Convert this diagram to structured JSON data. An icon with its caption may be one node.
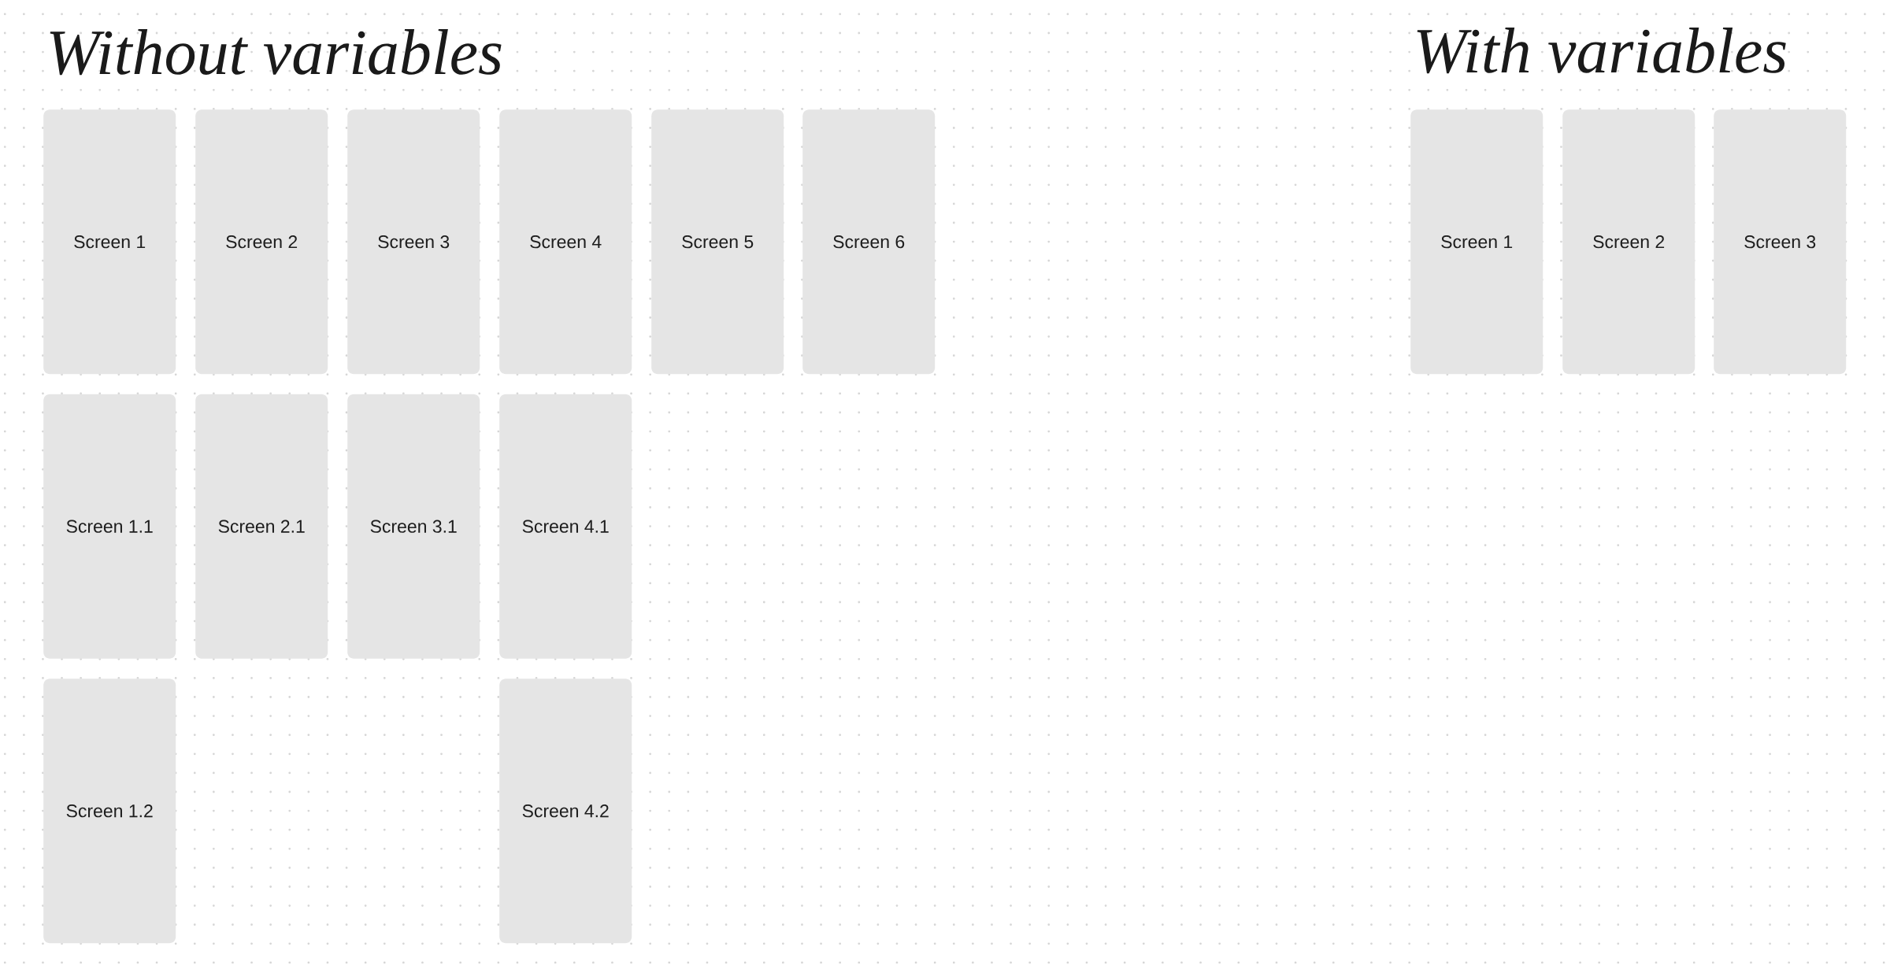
{
  "diagram": {
    "nodes": [
      {
        "text": [
          "Screen 1"
        ]
      },
      {
        "text": [
          "Screen 2"
        ]
      },
      {
        "text": [
          "Screen 3"
        ]
      },
      {
        "text": [
          "Screen 4"
        ]
      },
      {
        "text": [
          "Screen 5"
        ]
      },
      {
        "text": [
          "Screen 6"
        ]
      },
      {
        "text": [
          "Screen 1.1"
        ]
      },
      {
        "text": [
          "Screen 2.1"
        ]
      },
      {
        "text": [
          "Screen 3.1"
        ]
      },
      {
        "text": [
          "Screen 4.1"
        ]
      },
      {
        "text": [
          "Screen 1.2"
        ]
      },
      {
        "text": [
          "Screen 4.2"
        ]
      },
      {
        "text": [
          "Screen 1"
        ]
      },
      {
        "text": [
          "Screen 2"
        ]
      },
      {
        "text": [
          "Screen 3"
        ]
      }
    ],
    "labels": [
      "Without variables",
      "With variables"
    ]
  }
}
